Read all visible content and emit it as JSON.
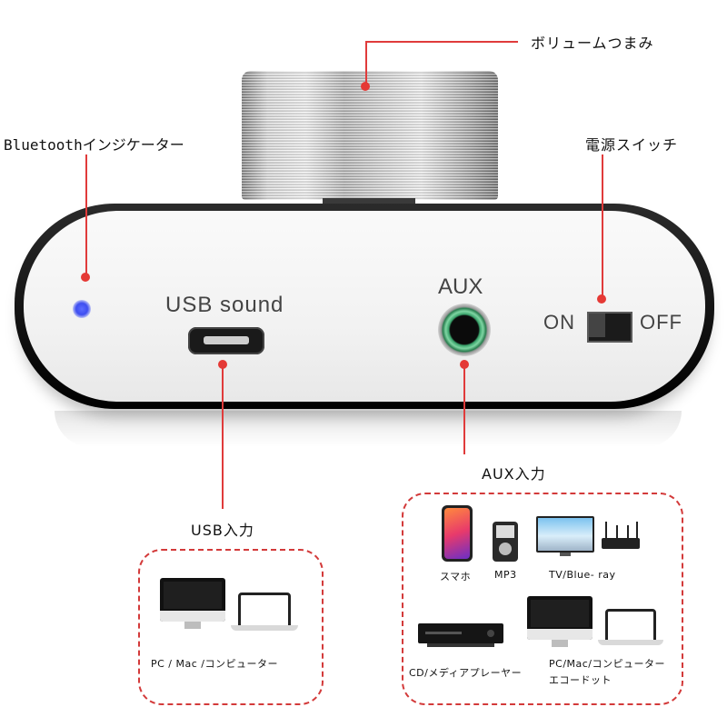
{
  "callouts": {
    "volume_knob": "ボリュームつまみ",
    "bluetooth_indicator": "Bluetoothインジケーター",
    "power_switch": "電源スイッチ",
    "aux_input": "AUX入力",
    "usb_input": "USB入力"
  },
  "panel": {
    "usb_label": "USB sound",
    "aux_label": "AUX",
    "switch_on": "ON",
    "switch_off": "OFF"
  },
  "usb_devices": {
    "label": "PC / Mac /コンピューター"
  },
  "aux_devices": {
    "smartphone": "スマホ",
    "mp3": "MP3",
    "tv": "TV/Blue- ray",
    "cd_player": "CD/メディアプレーヤー",
    "pc_line1": "PC/Mac/コンピューター",
    "pc_line2": "エコードット"
  },
  "colors": {
    "accent": "#e03b3b",
    "led": "#3e4ef0",
    "aux_ring": "#3aa36b"
  }
}
